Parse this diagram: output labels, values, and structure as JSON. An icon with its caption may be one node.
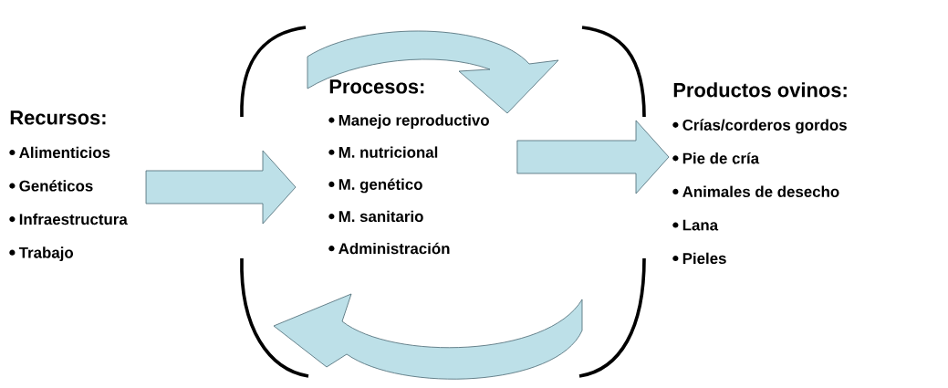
{
  "diagram": {
    "nodes": [
      {
        "text": [
          "Recursos:",
          "Alimenticios",
          "Genéticos",
          "Infraestructura",
          "Trabajo"
        ]
      },
      {
        "text": [
          "Procesos:",
          "Manejo reproductivo",
          "M. nutricional",
          "M. genético",
          "M. sanitario",
          "Administración"
        ]
      },
      {
        "text": [
          "Productos ovinos:",
          "Crías/corderos gordos",
          "Pie de cría",
          "Animales de desecho",
          "Lana",
          "Pieles"
        ]
      }
    ],
    "edges": [
      {
        "from": 0,
        "to": 1,
        "arrow": "to"
      },
      {
        "from": 1,
        "to": 2,
        "arrow": "to"
      }
    ]
  }
}
